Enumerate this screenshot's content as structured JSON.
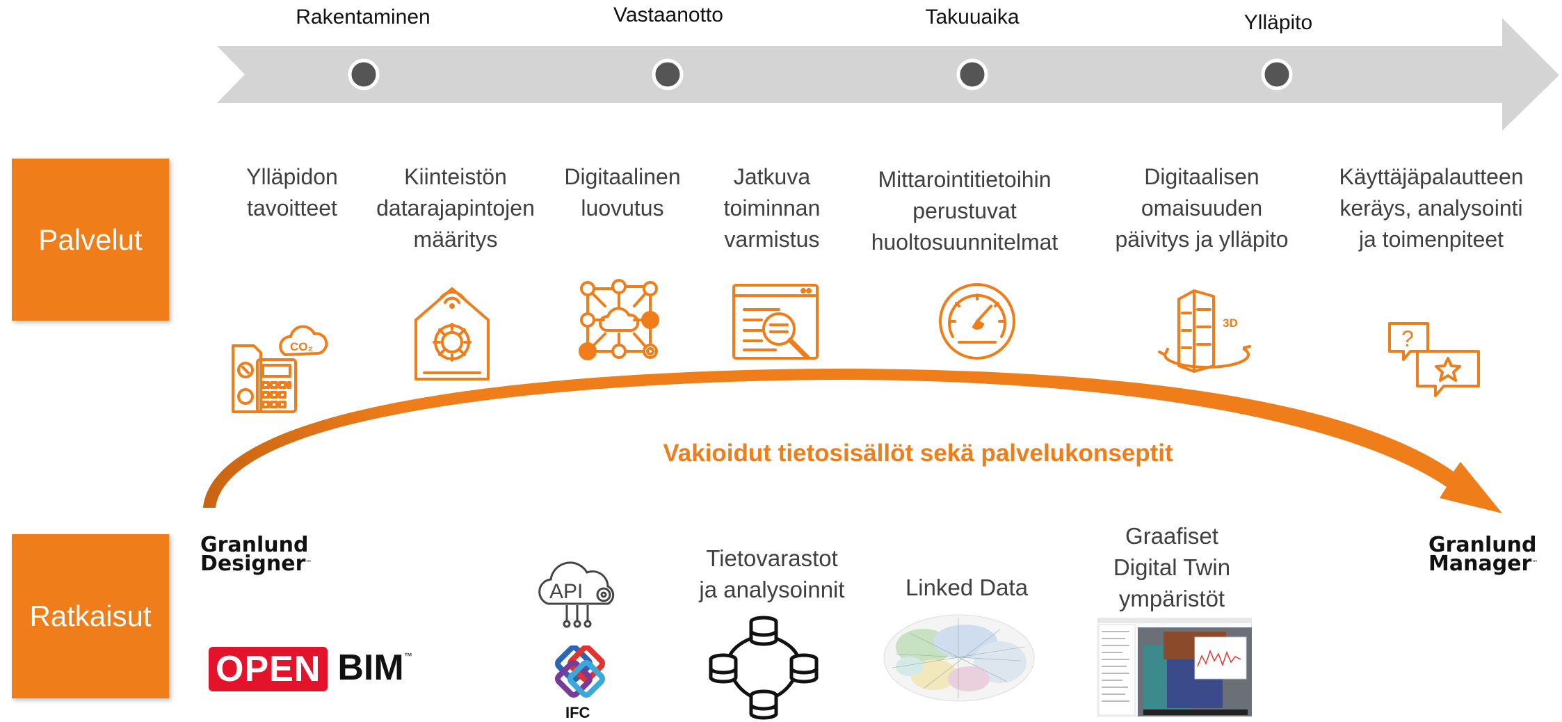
{
  "timeline": {
    "phases": [
      "Rakentaminen",
      "Vastaanotto",
      "Takuuaika",
      "Ylläpito"
    ]
  },
  "sections": {
    "services_label": "Palvelut",
    "solutions_label": "Ratkaisut"
  },
  "services": [
    {
      "text": "Ylläpidon\ntavoitteet",
      "icon": "co2-calculator-icon"
    },
    {
      "text": "Kiinteistön\ndatarajapintojen\nmääritys",
      "icon": "smart-home-gear-icon"
    },
    {
      "text": "Digitaalinen\nluovutus",
      "icon": "cloud-network-icon"
    },
    {
      "text": "Jatkuva\ntoiminnan\nvarmistus",
      "icon": "browser-search-icon"
    },
    {
      "text": "Mittarointitietoihin\nperustuvat\nhuoltosuunnitelmat",
      "icon": "gauge-icon"
    },
    {
      "text": "Digitaalisen\nomaisuuden\npäivitys ja ylläpito",
      "icon": "3d-building-icon"
    },
    {
      "text": "Käyttäjäpalautteen\nkeräys, analysointi\nja toimenpiteet",
      "icon": "feedback-chat-icon"
    }
  ],
  "arc_text": "Vakioidut tietosisällöt sekä palvelukonseptit",
  "solutions": {
    "designer_logo": {
      "line1": "Granlund",
      "line2": "Designer",
      "tm": "™"
    },
    "manager_logo": {
      "line1": "Granlund",
      "line2": "Manager",
      "tm": "™"
    },
    "openbim_logo": {
      "open": "OPEN",
      "bim": "BIM",
      "tm": "™"
    },
    "api_label": "API",
    "ifc_label": "IFC",
    "datastores": "Tietovarastot\nja analysoinnit",
    "linked_data": "Linked Data",
    "digital_twin": "Graafiset\nDigital Twin\nympäristöt"
  },
  "colors": {
    "accent": "#ee7d1a",
    "arrow_gray": "#d4d4d4",
    "dot": "#555555"
  }
}
